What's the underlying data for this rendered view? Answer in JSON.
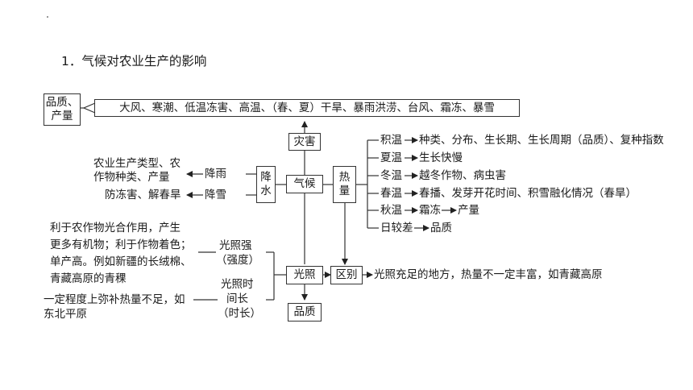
{
  "heading": "1．气候对农业生产的影响",
  "nodes": {
    "quality_output": [
      "品质、",
      "产量"
    ],
    "disasters_list": "大风、寒潮、低温冻害、高温、（春、夏）干旱、暴雨洪涝、台风、霜冻、暴雪",
    "disaster": "灾害",
    "climate": "气候",
    "precip": [
      "降",
      "水"
    ],
    "heat": [
      "热",
      "量"
    ],
    "light": "光照",
    "distinguish": "区别",
    "quality": "品质"
  },
  "precip_branches": {
    "rain": "降雨",
    "snow": "降雪",
    "rain_effect": [
      "农业生产类型、农",
      "作物种类、产量"
    ],
    "snow_effect": "防冻害、解春旱"
  },
  "heat_items": [
    {
      "name": "积温",
      "effect": "种类、分布、生长期、生长周期（品质）、复种指数"
    },
    {
      "name": "夏温",
      "effect": "生长快慢"
    },
    {
      "name": "冬温",
      "effect": "越冬作物、病虫害"
    },
    {
      "name": "春温",
      "effect": "春播、发芽开花时间、积雪融化情况（春旱）"
    },
    {
      "name": "秋温",
      "effect": "霜冻",
      "extra": "产量"
    },
    {
      "name": "日较差",
      "effect": "品质"
    }
  ],
  "light_branches": {
    "intensity": [
      "光照强",
      "（强度）"
    ],
    "intensity_effect": [
      "利于农作物光合作用，产生",
      "更多有机物；利于作物着色；",
      "单产高。例如新疆的长绒棉、",
      "青藏高原的青稞"
    ],
    "duration": [
      "光照时",
      "间长",
      "（时长）"
    ],
    "duration_effect": [
      "一定程度上弥补热量不足，如",
      "东北平原"
    ]
  },
  "distinguish_note": "光照充足的地方，热量不一定丰富，如青藏高原"
}
